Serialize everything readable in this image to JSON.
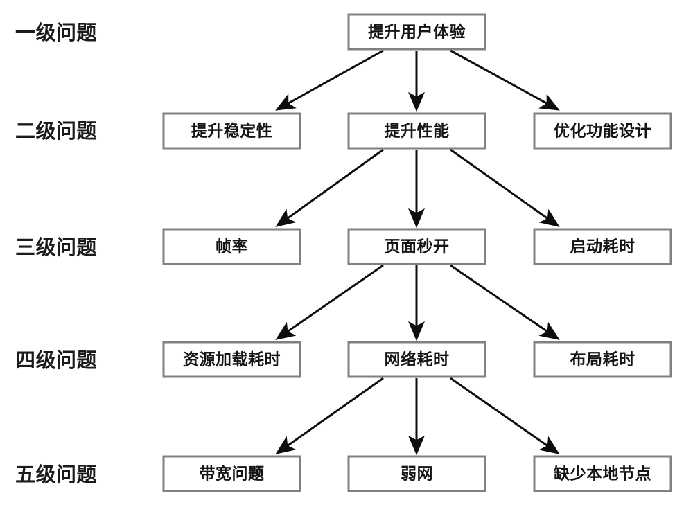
{
  "diagram": {
    "title": "",
    "type": "hierarchy-tree",
    "background_color": "#ffffff",
    "box_border_color": "#808080",
    "box_fill_color": "#ffffff",
    "edge_color": "#0d0d0d",
    "text_color": "#141414",
    "level_label_color": "#1b1b1b",
    "levels": [
      {
        "label": "一级问题",
        "nodes": [
          {
            "label": "提升用户体验",
            "column": "center"
          }
        ]
      },
      {
        "label": "二级问题",
        "nodes": [
          {
            "label": "提升稳定性",
            "column": "left"
          },
          {
            "label": "提升性能",
            "column": "center"
          },
          {
            "label": "优化功能设计",
            "column": "right"
          }
        ]
      },
      {
        "label": "三级问题",
        "nodes": [
          {
            "label": "帧率",
            "column": "left"
          },
          {
            "label": "页面秒开",
            "column": "center"
          },
          {
            "label": "启动耗时",
            "column": "right"
          }
        ]
      },
      {
        "label": "四级问题",
        "nodes": [
          {
            "label": "资源加载耗时",
            "column": "left"
          },
          {
            "label": "网络耗时",
            "column": "center"
          },
          {
            "label": "布局耗时",
            "column": "right"
          }
        ]
      },
      {
        "label": "五级问题",
        "nodes": [
          {
            "label": "带宽问题",
            "column": "left"
          },
          {
            "label": "弱网",
            "column": "center"
          },
          {
            "label": "缺少本地节点",
            "column": "right"
          }
        ]
      }
    ],
    "edges": [
      {
        "from": "提升用户体验",
        "to": "提升稳定性",
        "direction": "down-left"
      },
      {
        "from": "提升用户体验",
        "to": "提升性能",
        "direction": "down"
      },
      {
        "from": "提升用户体验",
        "to": "优化功能设计",
        "direction": "down-right"
      },
      {
        "from": "提升性能",
        "to": "帧率",
        "direction": "down-left"
      },
      {
        "from": "提升性能",
        "to": "页面秒开",
        "direction": "down"
      },
      {
        "from": "提升性能",
        "to": "启动耗时",
        "direction": "down-right"
      },
      {
        "from": "页面秒开",
        "to": "资源加载耗时",
        "direction": "down-left"
      },
      {
        "from": "页面秒开",
        "to": "网络耗时",
        "direction": "down"
      },
      {
        "from": "页面秒开",
        "to": "布局耗时",
        "direction": "down-right"
      },
      {
        "from": "网络耗时",
        "to": "带宽问题",
        "direction": "down-left"
      },
      {
        "from": "网络耗时",
        "to": "弱网",
        "direction": "down"
      },
      {
        "from": "网络耗时",
        "to": "缺少本地节点",
        "direction": "down-right"
      }
    ]
  }
}
